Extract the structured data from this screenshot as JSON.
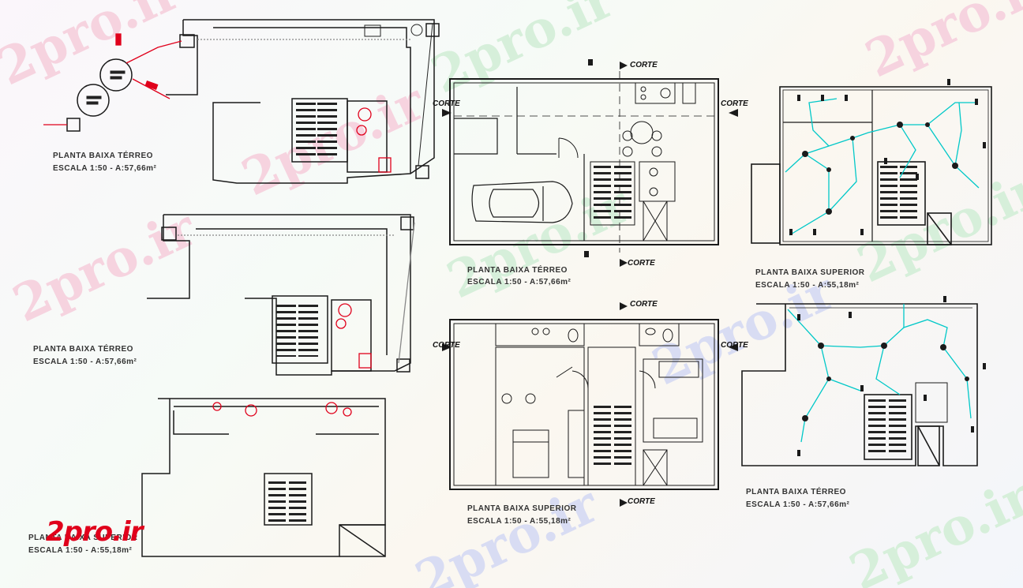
{
  "plans": [
    {
      "title": "PLANTA BAIXA TÉRREO",
      "scale": "ESCALA 1:50 - A:57,66m²"
    },
    {
      "title": "PLANTA BAIXA TÉRREO",
      "scale": "ESCALA 1:50 - A:57,66m²"
    },
    {
      "title": "PLANTA BAIXA SUPERIOR",
      "scale": "ESCALA 1:50 - A:55,18m²"
    },
    {
      "title": "PLANTA BAIXA TÉRREO",
      "scale": "ESCALA 1:50 - A:57,66m²"
    },
    {
      "title": "PLANTA BAIXA SUPERIOR",
      "scale": "ESCALA 1:50 - A:55,18m²"
    },
    {
      "title": "PLANTA BAIXA SUPERIOR",
      "scale": "ESCALA 1:50 - A:55,18m²"
    },
    {
      "title": "PLANTA BAIXA TÉRREO",
      "scale": "ESCALA 1:50 - A:57,66m²"
    }
  ],
  "section_label": "CORTE",
  "watermark": "2pro.ir",
  "logo": "2pro.ir",
  "colors": {
    "wall": "#1a1a1a",
    "plumbing": "#e0001b",
    "electrical": "#00c8c8",
    "watermark_pink": "#f3c6d4",
    "watermark_green": "#c9ecd0",
    "watermark_blue": "#cdd3f2"
  }
}
